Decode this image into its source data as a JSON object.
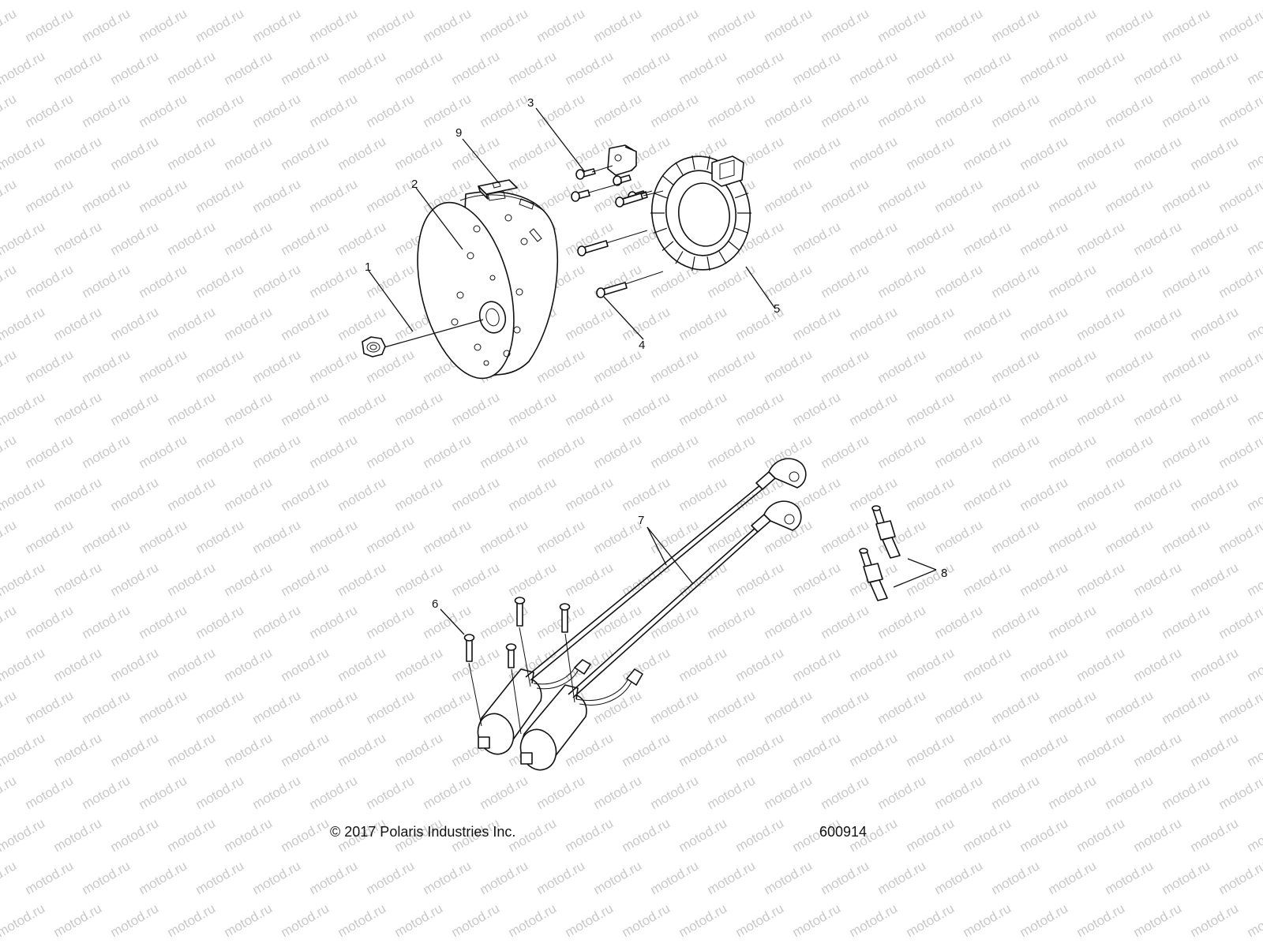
{
  "watermark": "motod.ru",
  "footer": {
    "copyright": "© 2017 Polaris Industries Inc.",
    "figure_number": "600914"
  },
  "callouts": {
    "c1": "1",
    "c2": "2",
    "c3": "3",
    "c4": "4",
    "c5": "5",
    "c6": "6",
    "c7": "7",
    "c8": "8",
    "c9": "9"
  },
  "colors": {
    "line": "#111111",
    "background": "#ffffff",
    "watermark": "#c9c9c9"
  }
}
